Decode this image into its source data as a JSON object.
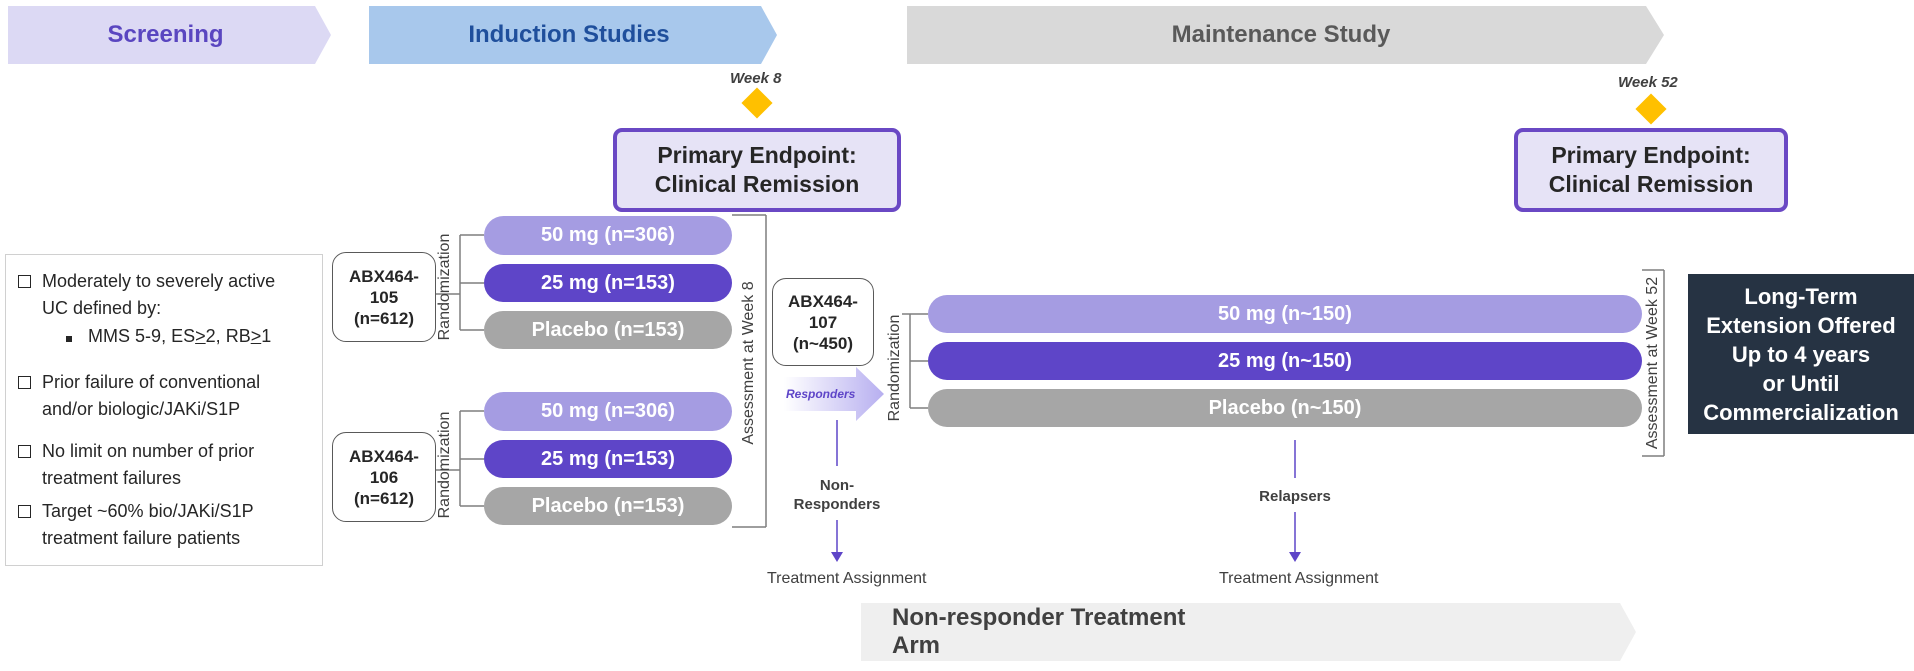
{
  "phases": {
    "screening": "Screening",
    "induction": "Induction Studies",
    "maintenance": "Maintenance Study",
    "nonresponder_arm": "Non-responder Treatment Arm"
  },
  "milestones": {
    "week8": "Week 8",
    "week52": "Week 52",
    "primary_endpoint_line1": "Primary Endpoint:",
    "primary_endpoint_line2": "Clinical Remission"
  },
  "criteria": {
    "item1_line1": "Moderately to severely active",
    "item1_line2": "UC defined by:",
    "item1_sub": "MMS 5-9, ES>2, RB>1",
    "item2_line1": "Prior failure of conventional",
    "item2_line2": "and/or biologic/JAKi/S1P",
    "item3_line1": "No limit on number of prior",
    "item3_line2": "treatment failures",
    "item4_line1": "Target ~60% bio/JAKi/S1P",
    "item4_line2": "treatment failure patients"
  },
  "studies": {
    "s105": {
      "line1": "ABX464-",
      "line2": "105",
      "line3": "(n=612)"
    },
    "s106": {
      "line1": "ABX464-",
      "line2": "106",
      "line3": "(n=612)"
    },
    "s107": {
      "line1": "ABX464-",
      "line2": "107",
      "line3": "(n~450)"
    }
  },
  "arms": {
    "s105": [
      "50 mg (n=306)",
      "25 mg (n=153)",
      "Placebo (n=153)"
    ],
    "s106": [
      "50 mg (n=306)",
      "25 mg (n=153)",
      "Placebo (n=153)"
    ],
    "s107": [
      "50 mg (n~150)",
      "25 mg (n~150)",
      "Placebo (n~150)"
    ]
  },
  "labels": {
    "randomization": "Randomization",
    "assessment_week8": "Assessment at Week 8",
    "assessment_week52": "Assessment at Week 52",
    "responders": "Responders",
    "non_responders_line1": "Non-",
    "non_responders_line2": "Responders",
    "relapsers": "Relapsers",
    "treatment_assignment": "Treatment Assignment"
  },
  "extension": {
    "line1": "Long-Term",
    "line2": "Extension Offered",
    "line3": "Up to 4 years",
    "line4": "or Until",
    "line5": "Commercialization"
  },
  "colors": {
    "screening": "#dcd9f4",
    "induction": "#a8c8ec",
    "maintenance": "#d9d9d9",
    "arm_50mg": "#a59ce2",
    "arm_25mg": "#5e45c8",
    "arm_placebo": "#a6a6a6",
    "milestone_diamond": "#ffc000",
    "extension_bg": "#263343"
  }
}
